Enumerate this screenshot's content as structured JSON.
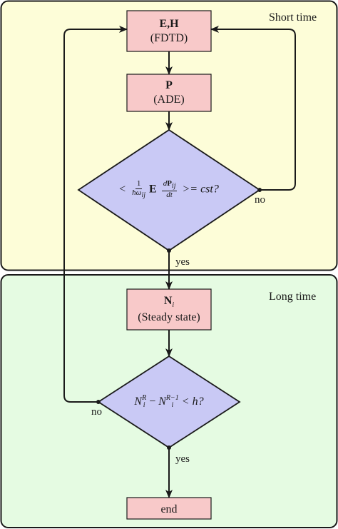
{
  "regions": {
    "short": {
      "label": "Short time",
      "fill": "#fdfdd8"
    },
    "long": {
      "label": "Long time",
      "fill": "#e5fbe2"
    }
  },
  "nodes": {
    "fdtd": {
      "line1": "E,H",
      "line2": "(FDTD)"
    },
    "ade": {
      "line1": "P",
      "line2": "(ADE)"
    },
    "decision1": {
      "lt": "<",
      "frac1_num": "1",
      "frac1_den_sym": "ħω",
      "frac1_den_sub": "ij",
      "bold_E": "E",
      "frac2_num_d": "d",
      "frac2_num_P": "P",
      "frac2_num_sub": "ij",
      "frac2_den": "dt",
      "rhs": ">= cst?"
    },
    "steady": {
      "line1_sym": "N",
      "line1_sub": "i",
      "line2": "(Steady state)"
    },
    "decision2": {
      "a_sym": "N",
      "a_sub": "i",
      "a_sup": "R",
      "minus": "−",
      "b_sym": "N",
      "b_sub": "i",
      "b_sup": "R−1",
      "rhs": "< h?"
    },
    "end": {
      "label": "end"
    }
  },
  "edges": {
    "d1_no": "no",
    "d1_yes": "yes",
    "d2_no": "no",
    "d2_yes": "yes"
  },
  "colors": {
    "box_fill": "#f8c9c9",
    "diamond_fill": "#c9c9f5",
    "stroke": "#1a1a1a"
  }
}
